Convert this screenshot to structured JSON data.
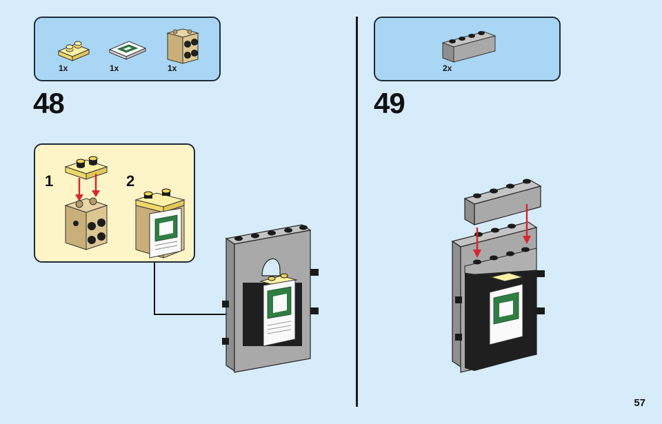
{
  "step48": {
    "number": "48",
    "parts": [
      {
        "qty": "1x",
        "part": "trans-yellow-plate-1x2"
      },
      {
        "qty": "1x",
        "part": "printed-tile-2x2"
      },
      {
        "qty": "1x",
        "part": "tan-brick-2x2-with-studs-on-side"
      }
    ],
    "substeps": [
      {
        "number": "1"
      },
      {
        "number": "2"
      }
    ]
  },
  "step49": {
    "number": "49",
    "parts": [
      {
        "qty": "2x",
        "part": "gray-brick-1x4"
      }
    ]
  },
  "page_number": "57",
  "colors": {
    "background": "#d7ecfb",
    "parts_box": "#a9d6f5",
    "substep_box": "#fdf4c8",
    "gray": "#a8a8a8",
    "dark": "#1b1b1b",
    "tan": "#d3bd8c",
    "trans_yellow": "#f6e68a",
    "green": "#2f7d43",
    "arrow_red": "#d7262c"
  }
}
